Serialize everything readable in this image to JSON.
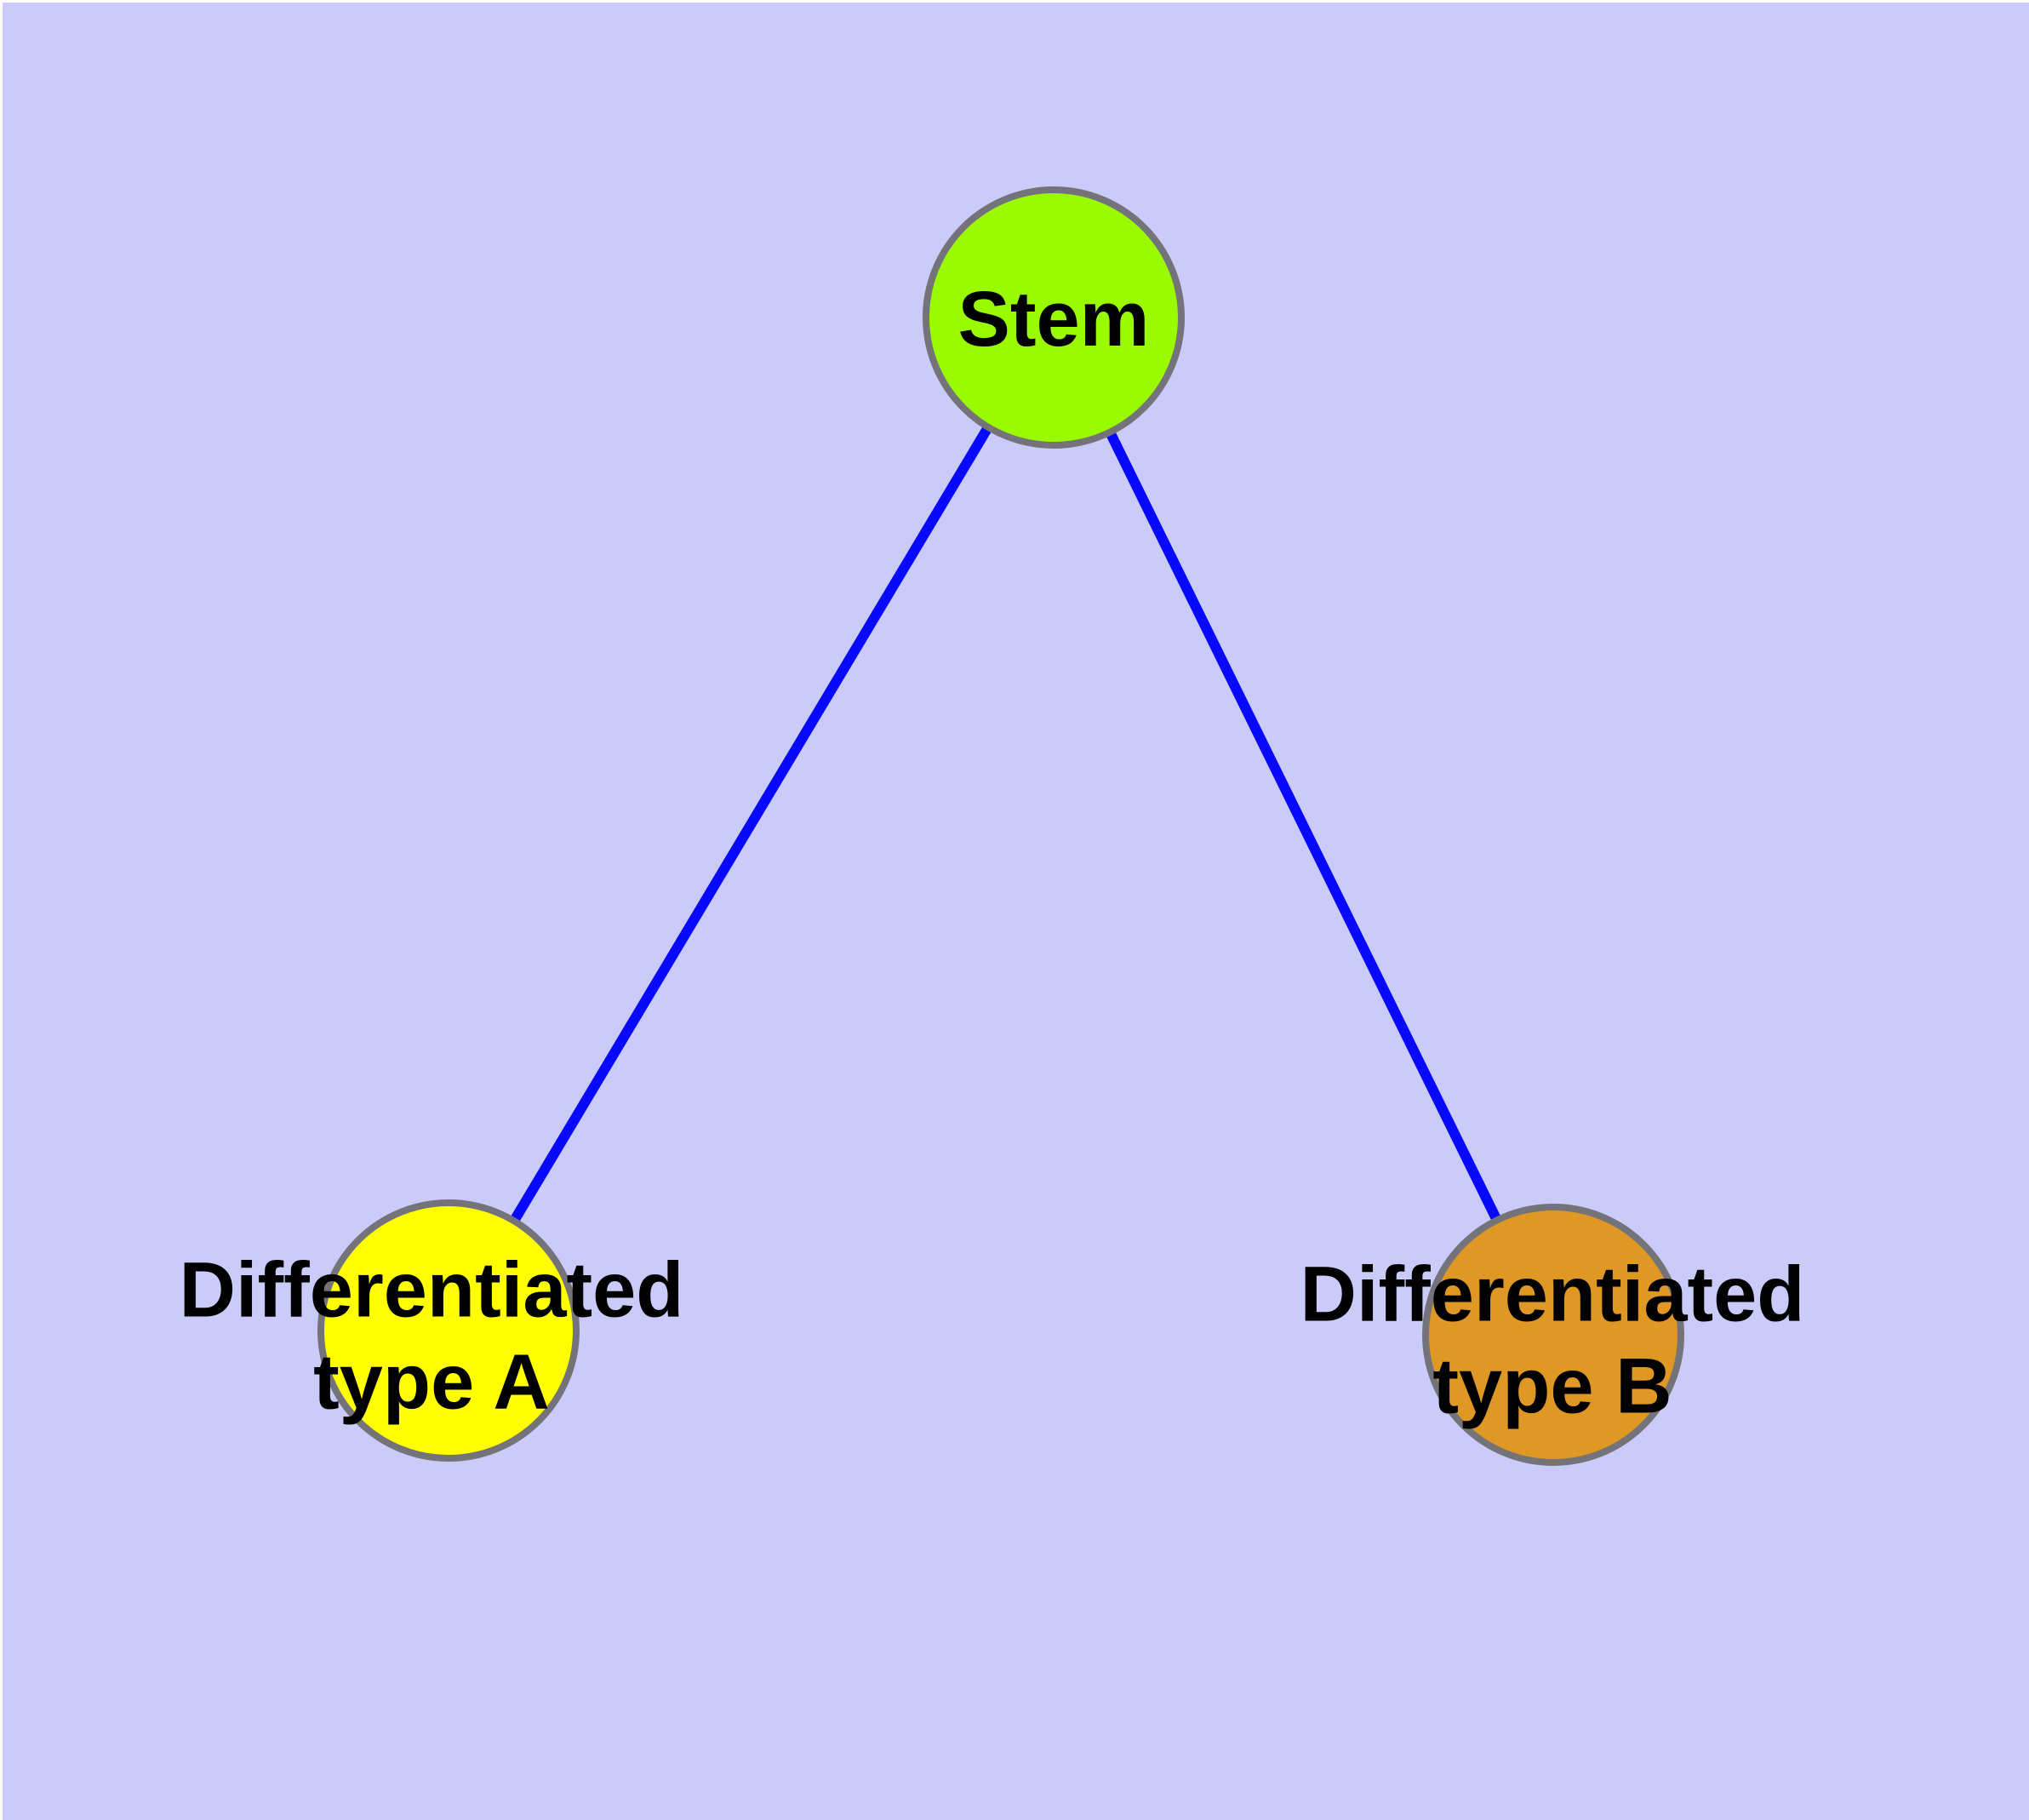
{
  "figure": {
    "background_color": "#CBCBFA",
    "frame_color": "#FFFFFF"
  },
  "nodes": {
    "stem": {
      "label": "Stem",
      "color": "#9AFA00",
      "border_color": "#737379"
    },
    "type_a": {
      "label": "Differentiated\ntype A",
      "color": "#FFFF00",
      "border_color": "#737379"
    },
    "type_b": {
      "label": "Differentiated\ntype B",
      "color": "#E09824",
      "border_color": "#737379"
    }
  },
  "edges": {
    "color": "#0808FF",
    "list": [
      {
        "from": "Stem",
        "to": "Differentiated type A"
      },
      {
        "from": "Stem",
        "to": "Differentiated type B"
      }
    ]
  }
}
